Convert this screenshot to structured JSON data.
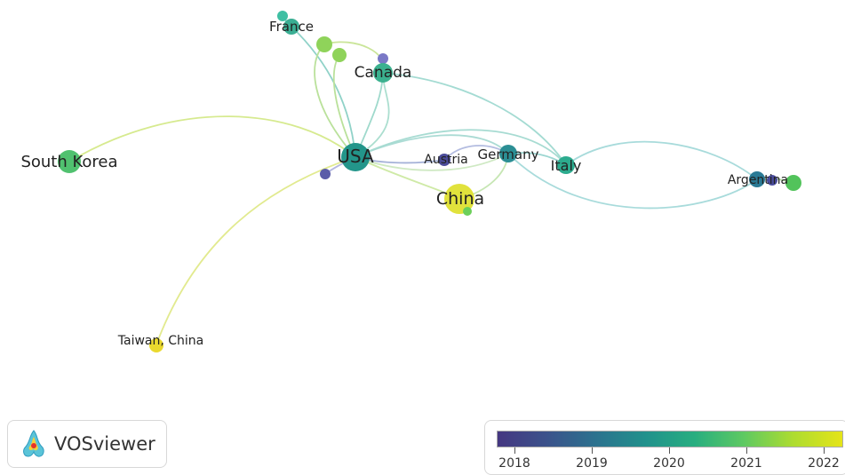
{
  "app": {
    "logo_text": "VOSviewer"
  },
  "legend": {
    "years": [
      "2018",
      "2019",
      "2020",
      "2021",
      "2022"
    ]
  },
  "nodes": [
    {
      "id": "france",
      "label": "France"
    },
    {
      "id": "canada",
      "label": "Canada"
    },
    {
      "id": "usa",
      "label": "USA"
    },
    {
      "id": "south-korea",
      "label": "South Korea"
    },
    {
      "id": "austria",
      "label": "Austria"
    },
    {
      "id": "germany",
      "label": "Germany"
    },
    {
      "id": "italy",
      "label": "Italy"
    },
    {
      "id": "china",
      "label": "China"
    },
    {
      "id": "argentina",
      "label": "Argentina"
    },
    {
      "id": "taiwan-china",
      "label": "Taiwan, China"
    }
  ]
}
